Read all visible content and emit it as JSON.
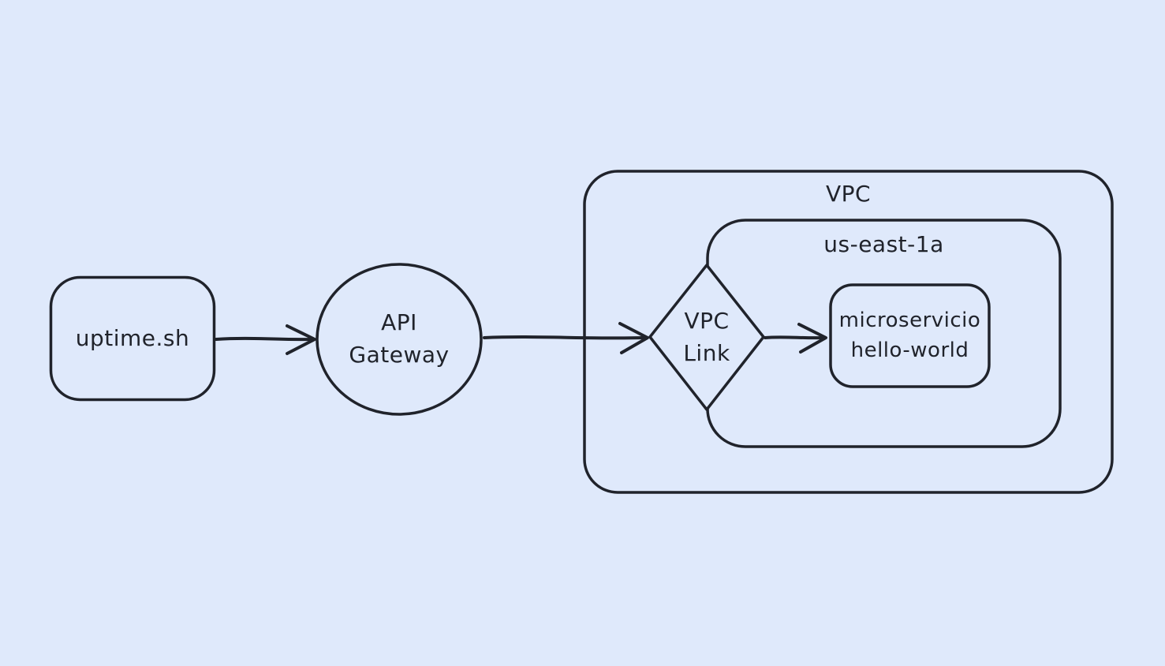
{
  "canvas": {
    "background_color": "#dfe9fb",
    "stroke_color": "#20232b"
  },
  "nodes": {
    "uptime": {
      "label": "uptime.sh",
      "shape": "rounded-rectangle"
    },
    "api_gateway": {
      "label": "API\nGateway",
      "shape": "ellipse"
    },
    "vpc_link": {
      "label": "VPC\nLink",
      "shape": "diamond"
    },
    "microservice": {
      "label": "microservicio\nhello-world",
      "shape": "rounded-rectangle"
    }
  },
  "containers": {
    "vpc": {
      "label": "VPC"
    },
    "availability_zone": {
      "label": "us-east-1a"
    }
  },
  "edges": [
    {
      "from": "uptime.sh",
      "to": "API Gateway"
    },
    {
      "from": "API Gateway",
      "to": "VPC Link"
    },
    {
      "from": "VPC Link",
      "to": "microservicio hello-world"
    }
  ]
}
